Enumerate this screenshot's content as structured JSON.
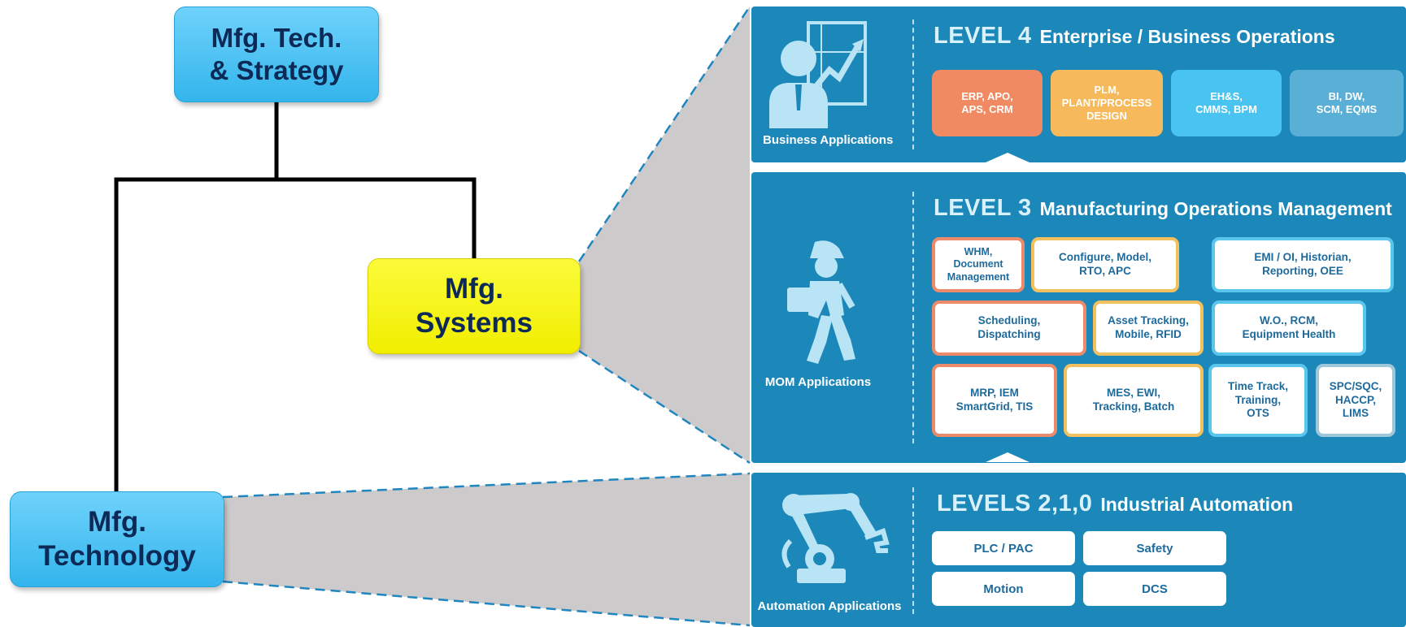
{
  "org_chart": {
    "top_node": {
      "line1": "Mfg. Tech.",
      "line2": "& Strategy"
    },
    "systems_node": {
      "line1": "Mfg.",
      "line2": "Systems"
    },
    "technology_node": {
      "line1": "Mfg.",
      "line2": "Technology"
    }
  },
  "level4": {
    "num": "LEVEL 4",
    "name": "Enterprise / Business Operations",
    "icon_label": "Business Applications",
    "boxes": [
      {
        "text": "ERP, APO,\nAPS, CRM",
        "color": "#ef8a62"
      },
      {
        "text": "PLM,\nPLANT/PROCESS\nDESIGN",
        "color": "#f6b95c"
      },
      {
        "text": "EH&S,\nCMMS, BPM",
        "color": "#49c3ef"
      },
      {
        "text": "BI, DW,\nSCM, EQMS",
        "color": "#5aafd6"
      }
    ]
  },
  "level3": {
    "num": "LEVEL 3",
    "name": "Manufacturing Operations Management",
    "icon_label": "MOM Applications",
    "boxes": [
      {
        "text": "WHM,\nDocument\nManagement"
      },
      {
        "text": "Configure, Model,\nRTO, APC"
      },
      {
        "text": "EMI / OI, Historian,\nReporting, OEE"
      },
      {
        "text": "Scheduling,\nDispatching"
      },
      {
        "text": "Asset Tracking,\nMobile, RFID"
      },
      {
        "text": "W.O., RCM,\nEquipment Health"
      },
      {
        "text": "MRP, IEM\nSmartGrid, TIS"
      },
      {
        "text": "MES, EWI,\nTracking, Batch"
      },
      {
        "text": "Time Track,\nTraining,\nOTS"
      },
      {
        "text": "SPC/SQC,\nHACCP,\nLIMS"
      }
    ]
  },
  "level2": {
    "num": "LEVELS 2,1,0",
    "name": "Industrial Automation",
    "icon_label": "Automation Applications",
    "boxes": [
      {
        "text": "PLC / PAC"
      },
      {
        "text": "Safety"
      },
      {
        "text": "Motion"
      },
      {
        "text": "DCS"
      }
    ]
  }
}
